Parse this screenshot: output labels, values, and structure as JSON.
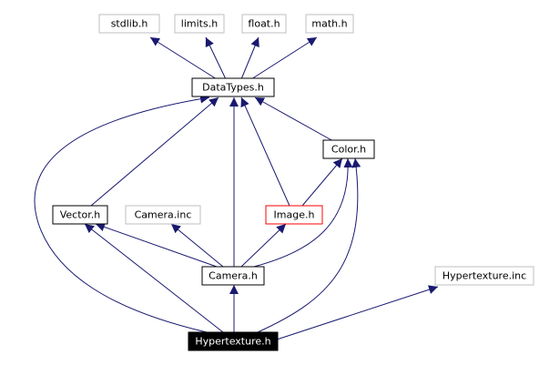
{
  "graph": {
    "edge_color": "#191970",
    "nodes": {
      "stdlib": {
        "label": "stdlib.h",
        "style": "external"
      },
      "limits": {
        "label": "limits.h",
        "style": "external"
      },
      "float": {
        "label": "float.h",
        "style": "external"
      },
      "math": {
        "label": "math.h",
        "style": "external"
      },
      "datatypes": {
        "label": "DataTypes.h",
        "style": "normal"
      },
      "color": {
        "label": "Color.h",
        "style": "normal"
      },
      "vector": {
        "label": "Vector.h",
        "style": "normal"
      },
      "camerainc": {
        "label": "Camera.inc",
        "style": "external"
      },
      "image": {
        "label": "Image.h",
        "style": "highlight"
      },
      "camera": {
        "label": "Camera.h",
        "style": "normal"
      },
      "hyperinc": {
        "label": "Hypertexture.inc",
        "style": "external"
      },
      "hypertexture": {
        "label": "Hypertexture.h",
        "style": "root"
      }
    },
    "edges": [
      {
        "from": "datatypes",
        "to": "stdlib"
      },
      {
        "from": "datatypes",
        "to": "limits"
      },
      {
        "from": "datatypes",
        "to": "float"
      },
      {
        "from": "datatypes",
        "to": "math"
      },
      {
        "from": "color",
        "to": "datatypes"
      },
      {
        "from": "vector",
        "to": "datatypes"
      },
      {
        "from": "image",
        "to": "datatypes"
      },
      {
        "from": "image",
        "to": "color"
      },
      {
        "from": "camera",
        "to": "vector"
      },
      {
        "from": "camera",
        "to": "camerainc"
      },
      {
        "from": "camera",
        "to": "image"
      },
      {
        "from": "camera",
        "to": "datatypes"
      },
      {
        "from": "camera",
        "to": "color"
      },
      {
        "from": "hypertexture",
        "to": "camera"
      },
      {
        "from": "hypertexture",
        "to": "vector"
      },
      {
        "from": "hypertexture",
        "to": "datatypes"
      },
      {
        "from": "hypertexture",
        "to": "color"
      },
      {
        "from": "hypertexture",
        "to": "hyperinc"
      }
    ],
    "node_styles": {
      "normal": {
        "fill": "#ffffff",
        "stroke": "#000000",
        "text": "#000000"
      },
      "external": {
        "fill": "#ffffff",
        "stroke": "#bfbfbf",
        "text": "#000000"
      },
      "highlight": {
        "fill": "#ffffff",
        "stroke": "#ff0000",
        "text": "#000000"
      },
      "root": {
        "fill": "#000000",
        "stroke": "#000000",
        "text": "#ffffff"
      }
    }
  }
}
